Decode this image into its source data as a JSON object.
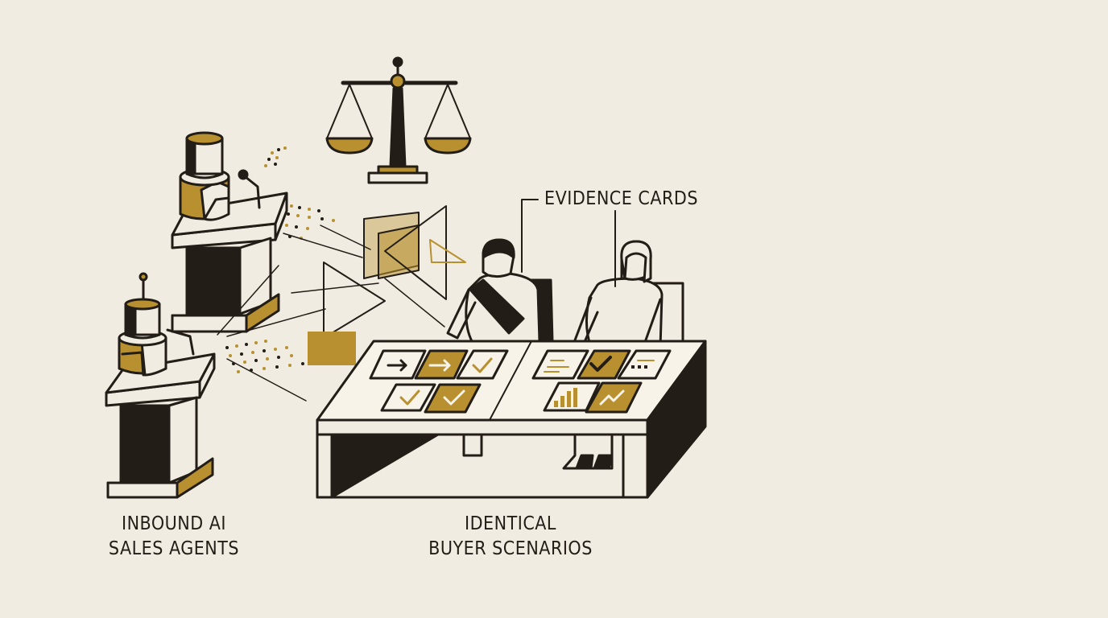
{
  "labels": {
    "evidence_cards": "EVIDENCE CARDS",
    "agents_line1": "INBOUND AI",
    "agents_line2": "SALES AGENTS",
    "buyers_line1": "IDENTICAL",
    "buyers_line2": "BUYER SCENARIOS"
  },
  "palette": {
    "background": "#f1ece1",
    "ink": "#221d16",
    "gold": "#b8902f",
    "paper": "#f7f3e9"
  },
  "icons": [
    "scales-of-justice-icon",
    "robot-agent-icon",
    "podium-icon",
    "microphone-icon",
    "person-icon",
    "evidence-card-icon",
    "checkmark-icon",
    "arrow-icon",
    "bar-chart-icon"
  ]
}
